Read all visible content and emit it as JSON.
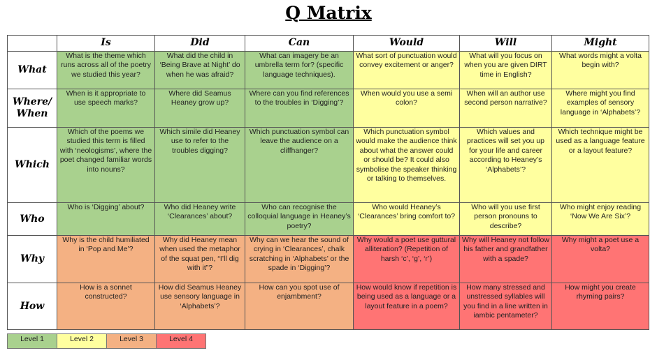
{
  "title": "Q Matrix",
  "columns": [
    "Is",
    "Did",
    "Can",
    "Would",
    "Will",
    "Might"
  ],
  "rows": [
    {
      "label": "What",
      "levels": [
        "l1",
        "l1",
        "l1",
        "l2",
        "l2",
        "l2"
      ],
      "cells": [
        "What is the theme which runs across all of the poetry we studied this year?",
        "What did the child in ‘Being Brave at Night’ do when he was afraid?",
        "What can imagery be an umbrella term for? (specific language techniques).",
        "What sort of punctuation would convey excitement or anger?",
        "What will you focus on when you are given DIRT time in English?",
        "What words might a volta begin with?"
      ]
    },
    {
      "label": "Where/ When",
      "levels": [
        "l1",
        "l1",
        "l1",
        "l2",
        "l2",
        "l2"
      ],
      "cells": [
        "When is it appropriate to use speech marks?",
        "Where did Seamus Heaney grow up?",
        "Where can you find references to the troubles in ‘Digging’?",
        "When would you use a semi colon?",
        "When will an author use second person narrative?",
        "Where might you find examples of sensory language in ‘Alphabets’?"
      ]
    },
    {
      "label": "Which",
      "levels": [
        "l1",
        "l1",
        "l1",
        "l2",
        "l2",
        "l2"
      ],
      "cells": [
        "Which of the poems we studied this term is filled with ‘neologisms’, where the poet changed familiar words into nouns?",
        "Which simile did Heaney use to refer to the troubles digging?",
        "Which punctuation symbol can leave the audience on a cliffhanger?",
        "Which punctuation symbol would make the audience think about what the answer could or should be? It could also symbolise the speaker thinking or talking to themselves.",
        "Which values and practices will set you up for your life and career according to Heaney’s ‘Alphabets’?",
        "Which technique might be used as a language feature or a layout feature?"
      ]
    },
    {
      "label": "Who",
      "levels": [
        "l1",
        "l1",
        "l1",
        "l2",
        "l2",
        "l2"
      ],
      "cells": [
        "Who is ‘Digging’ about?",
        "Who did Heaney write ‘Clearances’ about?",
        "Who can recognise the colloquial language in Heaney’s poetry?",
        "Who would Heaney’s ‘Clearances’ bring comfort to?",
        "Who will you use first person pronouns to describe?",
        "Who might enjoy reading ‘Now We Are Six’?"
      ]
    },
    {
      "label": "Why",
      "levels": [
        "l3",
        "l3",
        "l3",
        "l4",
        "l4",
        "l4"
      ],
      "cells": [
        "Why is the child humiliated in ‘Pop and Me’?",
        "Why did Heaney mean when used the metaphor of the squat pen, “I’ll dig with it”?",
        "Why can we hear the sound of crying in ‘Clearances’, chalk scratching in ‘Alphabets’ or the spade in ‘Digging’?",
        "Why would a poet use guttural alliteration? (Repetition of harsh ‘c’, ‘g’, ‘r’)",
        "Why will Heaney not follow his father and grandfather with a spade?",
        "Why might a poet use a volta?"
      ]
    },
    {
      "label": "How",
      "levels": [
        "l3",
        "l3",
        "l3",
        "l4",
        "l4",
        "l4"
      ],
      "cells": [
        "How is a sonnet constructed?",
        "How did Seamus Heaney use sensory language in ‘Alphabets’?",
        "How can you spot use of enjambment?",
        "How would know if repetition is being used as a language or a layout feature in a poem?",
        "How many stressed and unstressed syllables will you find in a line written in iambic pentameter?",
        "How might you create rhyming pairs?"
      ]
    }
  ],
  "legend": [
    {
      "label": "Level 1",
      "color": "#a9d18e"
    },
    {
      "label": "Level 2",
      "color": "#ffff9f"
    },
    {
      "label": "Level 3",
      "color": "#f4b183"
    },
    {
      "label": "Level 4",
      "color": "#ff7474"
    }
  ]
}
